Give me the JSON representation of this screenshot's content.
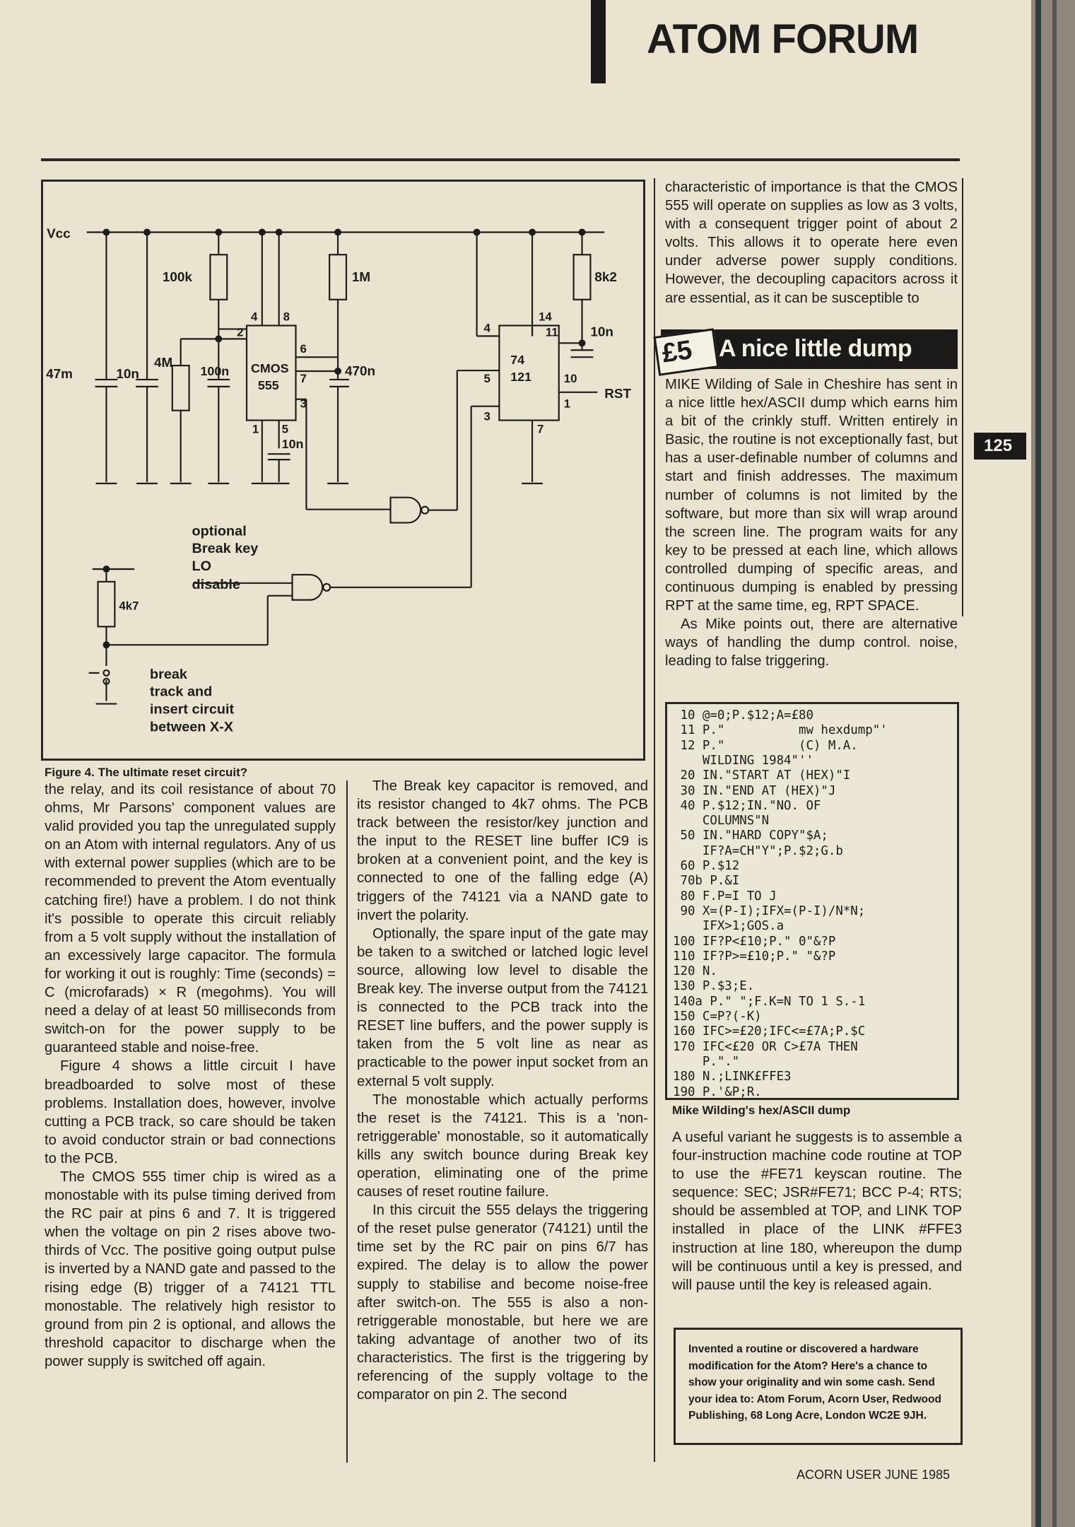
{
  "header": {
    "section_title": "ATOM FORUM"
  },
  "page_number": "125",
  "footer": "ACORN USER JUNE 1985",
  "figure": {
    "caption": "Figure 4. The ultimate reset circuit?",
    "labels": {
      "vcc": "Vcc",
      "r100k": "100k",
      "r1m": "1M",
      "r8k2": "8k2",
      "c47m": "47m",
      "c10n_a": "10n",
      "r4m": "4M",
      "c100n": "100n",
      "cmos_top": "CMOS",
      "cmos_bottom": "555",
      "c470n": "470n",
      "c10n_b": "10n",
      "c10n_c": "10n",
      "chip74_top": "74",
      "chip74_bottom": "121",
      "rst": "RST",
      "pin2": "2",
      "pin4": "4",
      "pin8": "8",
      "pin6": "6",
      "pin7": "7",
      "pin3": "3",
      "pin1": "1",
      "pin5": "5",
      "p4": "4",
      "p14": "14",
      "p11": "11",
      "p5": "5",
      "p10": "10",
      "p1": "1",
      "p3": "3",
      "p7": "7",
      "optional1": "optional",
      "optional2": "Break key",
      "lo": "LO",
      "disable": "disable",
      "r4k7": "4k7",
      "break1": "break",
      "break2": "track and",
      "break3": "insert circuit",
      "break4": "between X-X"
    }
  },
  "article": {
    "col_a": [
      "the relay, and its coil resistance of about 70 ohms, Mr Parsons' component values are valid provided you tap the unregulated supply on an Atom with internal regulators. Any of us with external power supplies (which are to be recommended to prevent the Atom eventually catching fire!) have a problem. I do not think it's possible to operate this circuit reliably from a 5 volt supply without the installation of an excessively large capacitor. The formula for working it out is roughly: Time (seconds) = C (microfarads) × R (megohms). You will need a delay of at least 50 milliseconds from switch-on for the power supply to be guaranteed stable and noise-free.",
      "Figure 4 shows a little circuit I have breadboarded to solve most of these problems. Installation does, however, involve cutting a PCB track, so care should be taken to avoid conductor strain or bad connections to the PCB.",
      "The CMOS 555 timer chip is wired as a monostable with its pulse timing derived from the RC pair at pins 6 and 7. It is triggered when the voltage on pin 2 rises above two-thirds of Vcc. The positive going output pulse is inverted by a NAND gate and passed to the rising edge (B) trigger of a 74121 TTL monostable. The relatively high resistor to ground from pin 2 is optional, and allows the threshold capacitor to discharge when the power supply is switched off again."
    ],
    "col_b": [
      "The Break key capacitor is removed, and its resistor changed to 4k7 ohms. The PCB track between the resistor/key junction and the input to the RESET line buffer IC9 is broken at a convenient point, and the key is connected to one of the falling edge (A) triggers of the 74121 via a NAND gate to invert the polarity.",
      "Optionally, the spare input of the gate may be taken to a switched or latched logic level source, allowing low level to disable the Break key. The inverse output from the 74121 is connected to the PCB track into the RESET line buffers, and the power supply is taken from the 5 volt line as near as practicable to the power input socket from an external 5 volt supply.",
      "The monostable which actually performs the reset is the 74121. This is a 'non-retriggerable' monostable, so it automatically kills any switch bounce during Break key operation, eliminating one of the prime causes of reset routine failure.",
      "In this circuit the 555 delays the triggering of the reset pulse generator (74121) until the time set by the RC pair on pins 6/7 has expired. The delay is to allow the power supply to stabilise and become noise-free after switch-on. The 555 is also a non-retriggerable monostable, but here we are taking advantage of another two of its characteristics. The first is the triggering by referencing of the supply voltage to the comparator on pin 2. The second"
    ],
    "col_c": "characteristic of importance is that the CMOS 555 will operate on supplies as low as 3 volts, with a consequent trigger point of about 2 volts. This allows it to operate here even under adverse power supply conditions. However, the decoupling capacitors across it are essential, as it can be susceptible to",
    "prize": "£5",
    "subhead": "A nice little dump",
    "col_c2": [
      "MIKE Wilding of Sale in Cheshire has sent in a nice little hex/ASCII dump which earns him a bit of the crinkly stuff. Written entirely in Basic, the routine is not exceptionally fast, but has a user-definable number of columns and start and finish addresses. The maximum number of columns is not limited by the software, but more than six will wrap around the screen line. The program waits for any key to be pressed at each line, which allows controlled dumping of specific areas, and continuous dumping is enabled by pressing RPT at the same time, eg, RPT SPACE.",
      "As Mike points out, there are alternative ways of handling the dump control. noise, leading to false triggering."
    ],
    "listing": [
      " 10 @=0;P.$12;A=£80",
      " 11 P.\"          mw hexdump\"'",
      " 12 P.\"          (C) M.A.",
      "    WILDING 1984\"''",
      " 20 IN.\"START AT (HEX)\"I",
      " 30 IN.\"END AT (HEX)\"J",
      " 40 P.$12;IN.\"NO. OF",
      "    COLUMNS\"N",
      " 50 IN.\"HARD COPY\"$A;",
      "    IF?A=CH\"Y\";P.$2;G.b",
      " 60 P.$12",
      " 70b P.&I",
      " 80 F.P=I TO J",
      " 90 X=(P-I);IFX=(P-I)/N*N;",
      "    IFX>1;GOS.a",
      "100 IF?P<£10;P.\" 0\"&?P",
      "110 IF?P>=£10;P.\" \"&?P",
      "120 N.",
      "130 P.$3;E.",
      "140a P.\" \";F.K=N TO 1 S.-1",
      "150 C=P?(-K)",
      "160 IFC>=£20;IFC<=£7A;P.$C",
      "170 IFC<£20 OR C>£7A THEN",
      "    P.\".\"",
      "180 N.;LINK£FFE3",
      "190 P.'&P;R."
    ],
    "listing_caption": "Mike Wilding's hex/ASCII dump",
    "col_d": "A useful variant he suggests is to assemble a four-instruction machine code routine at TOP to use the #FE71 keyscan routine. The sequence: SEC; JSR#FE71; BCC P-4; RTS; should be assembled at TOP, and LINK TOP installed in place of the LINK #FFE3 instruction at line 180, whereupon the dump will be continuous until a key is pressed, and will pause until the key is released again.",
    "callout": "Invented a routine or discovered a hardware modification for the Atom? Here's a chance to show your originality and win some cash. Send your idea to: Atom Forum, Acorn User, Redwood Publishing, 68 Long Acre, London WC2E 9JH."
  }
}
